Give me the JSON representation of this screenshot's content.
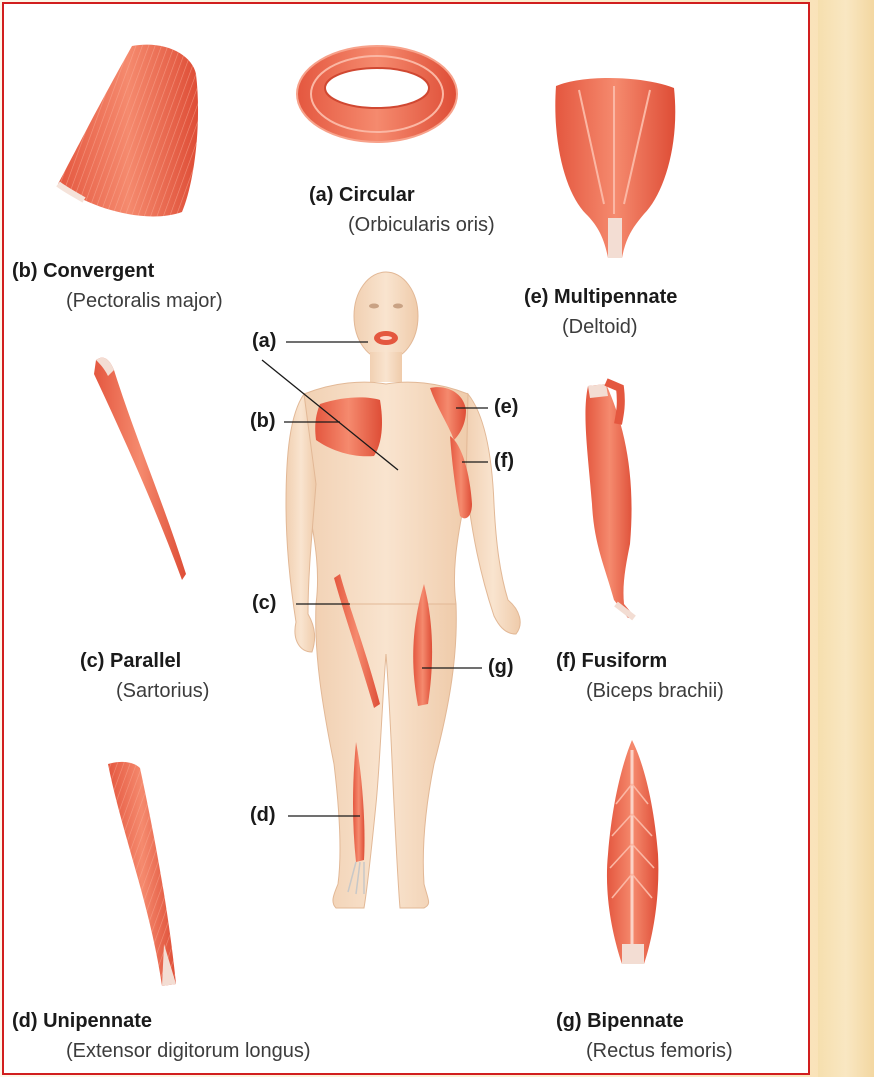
{
  "types": {
    "a": {
      "letter": "(a)",
      "name": "Circular",
      "example": "(Orbicularis oris)"
    },
    "b": {
      "letter": "(b)",
      "name": "Convergent",
      "example": "(Pectoralis major)"
    },
    "c": {
      "letter": "(c)",
      "name": "Parallel",
      "example": "(Sartorius)"
    },
    "d": {
      "letter": "(d)",
      "name": "Unipennate",
      "example": "(Extensor digitorum longus)"
    },
    "e": {
      "letter": "(e)",
      "name": "Multipennate",
      "example": "(Deltoid)"
    },
    "f": {
      "letter": "(f)",
      "name": "Fusiform",
      "example": "(Biceps brachii)"
    },
    "g": {
      "letter": "(g)",
      "name": "Bipennate",
      "example": "(Rectus femoris)"
    }
  },
  "callouts": {
    "a": "(a)",
    "b": "(b)",
    "c": "(c)",
    "d": "(d)",
    "e": "(e)",
    "f": "(f)",
    "g": "(g)"
  },
  "colors": {
    "muscle": "#ef6f55",
    "muscle_dark": "#d94a34",
    "skin": "#f6dcc2",
    "frame": "#d11e1e"
  }
}
